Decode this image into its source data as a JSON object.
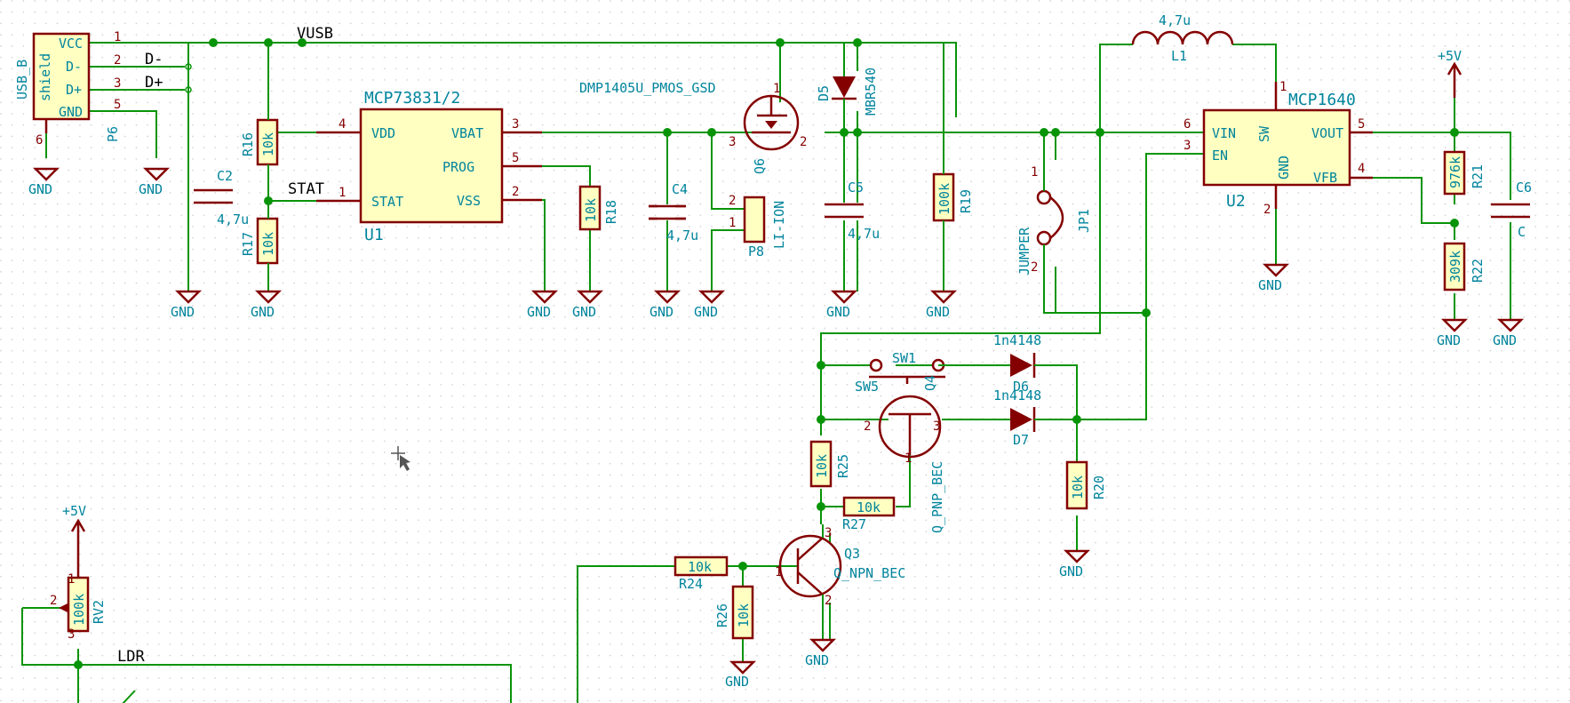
{
  "components": {
    "usb": {
      "ref": "P6",
      "value": "USB_B",
      "shield": "shield",
      "pins": [
        {
          "num": "1",
          "name": "VCC"
        },
        {
          "num": "2",
          "name": "D-"
        },
        {
          "num": "3",
          "name": "D+"
        },
        {
          "num": "5",
          "name": "GND"
        },
        {
          "num": "6",
          "name": ""
        }
      ]
    },
    "u1": {
      "ref": "U1",
      "value": "MCP73831/2",
      "pins": [
        {
          "num": "4",
          "name": "VDD"
        },
        {
          "num": "1",
          "name": "STAT"
        },
        {
          "num": "3",
          "name": "VBAT"
        },
        {
          "num": "5",
          "name": "PROG"
        },
        {
          "num": "2",
          "name": "VSS"
        }
      ]
    },
    "u2": {
      "ref": "U2",
      "value": "MCP1640",
      "pins": [
        {
          "num": "6",
          "name": "VIN"
        },
        {
          "num": "3",
          "name": "EN"
        },
        {
          "num": "1",
          "name": "SW"
        },
        {
          "num": "5",
          "name": "VOUT"
        },
        {
          "num": "4",
          "name": "VFB"
        },
        {
          "num": "2",
          "name": "GND"
        }
      ]
    },
    "c2": {
      "ref": "C2",
      "value": "4,7u"
    },
    "c4": {
      "ref": "C4",
      "value": "4,7u"
    },
    "c5": {
      "ref": "C5",
      "value": "4,7u"
    },
    "c6": {
      "ref": "C6",
      "value": "C"
    },
    "r16": {
      "ref": "R16",
      "value": "10k"
    },
    "r17": {
      "ref": "R17",
      "value": "10k"
    },
    "r18": {
      "ref": "R18",
      "value": "10k"
    },
    "r19": {
      "ref": "R19",
      "value": "100k"
    },
    "r20": {
      "ref": "R20",
      "value": "10k"
    },
    "r21": {
      "ref": "R21",
      "value": "976k"
    },
    "r22": {
      "ref": "R22",
      "value": "309k"
    },
    "r24": {
      "ref": "R24",
      "value": "10k"
    },
    "r25": {
      "ref": "R25",
      "value": "10k"
    },
    "r26": {
      "ref": "R26",
      "value": "10k"
    },
    "r27": {
      "ref": "R27",
      "value": "10k"
    },
    "rv2": {
      "ref": "RV2",
      "value": "100k"
    },
    "q6": {
      "ref": "Q6",
      "value": "DMP1405U_PMOS_GSD"
    },
    "q3": {
      "ref": "Q3",
      "value": "Q_NPN_BEC"
    },
    "q4": {
      "ref": "Q4",
      "value": "Q_PNP_BEC"
    },
    "d5": {
      "ref": "D5",
      "value": "MBR540"
    },
    "d6": {
      "ref": "D6",
      "value": "1n4148"
    },
    "d7": {
      "ref": "D7",
      "value": "1n4148"
    },
    "l1": {
      "ref": "L1",
      "value": "4,7u"
    },
    "jp1": {
      "ref": "JP1",
      "value": "JUMPER"
    },
    "p8": {
      "ref": "P8",
      "value": "LI-ION"
    },
    "sw1": {
      "ref": "SW1",
      "value": "SW5"
    }
  },
  "nets": {
    "vusb": "VUSB",
    "stat": "STAT",
    "dminus": "D-",
    "dplus": "D+",
    "ldr": "LDR"
  },
  "power": {
    "gnd": "GND",
    "plus5v": "+5V"
  },
  "colors": {
    "wire": "#089408",
    "symbol": "#840000",
    "body": "#ffffc2",
    "text": "#00849c",
    "net": "#000000",
    "grid": "#c8c8c8"
  }
}
